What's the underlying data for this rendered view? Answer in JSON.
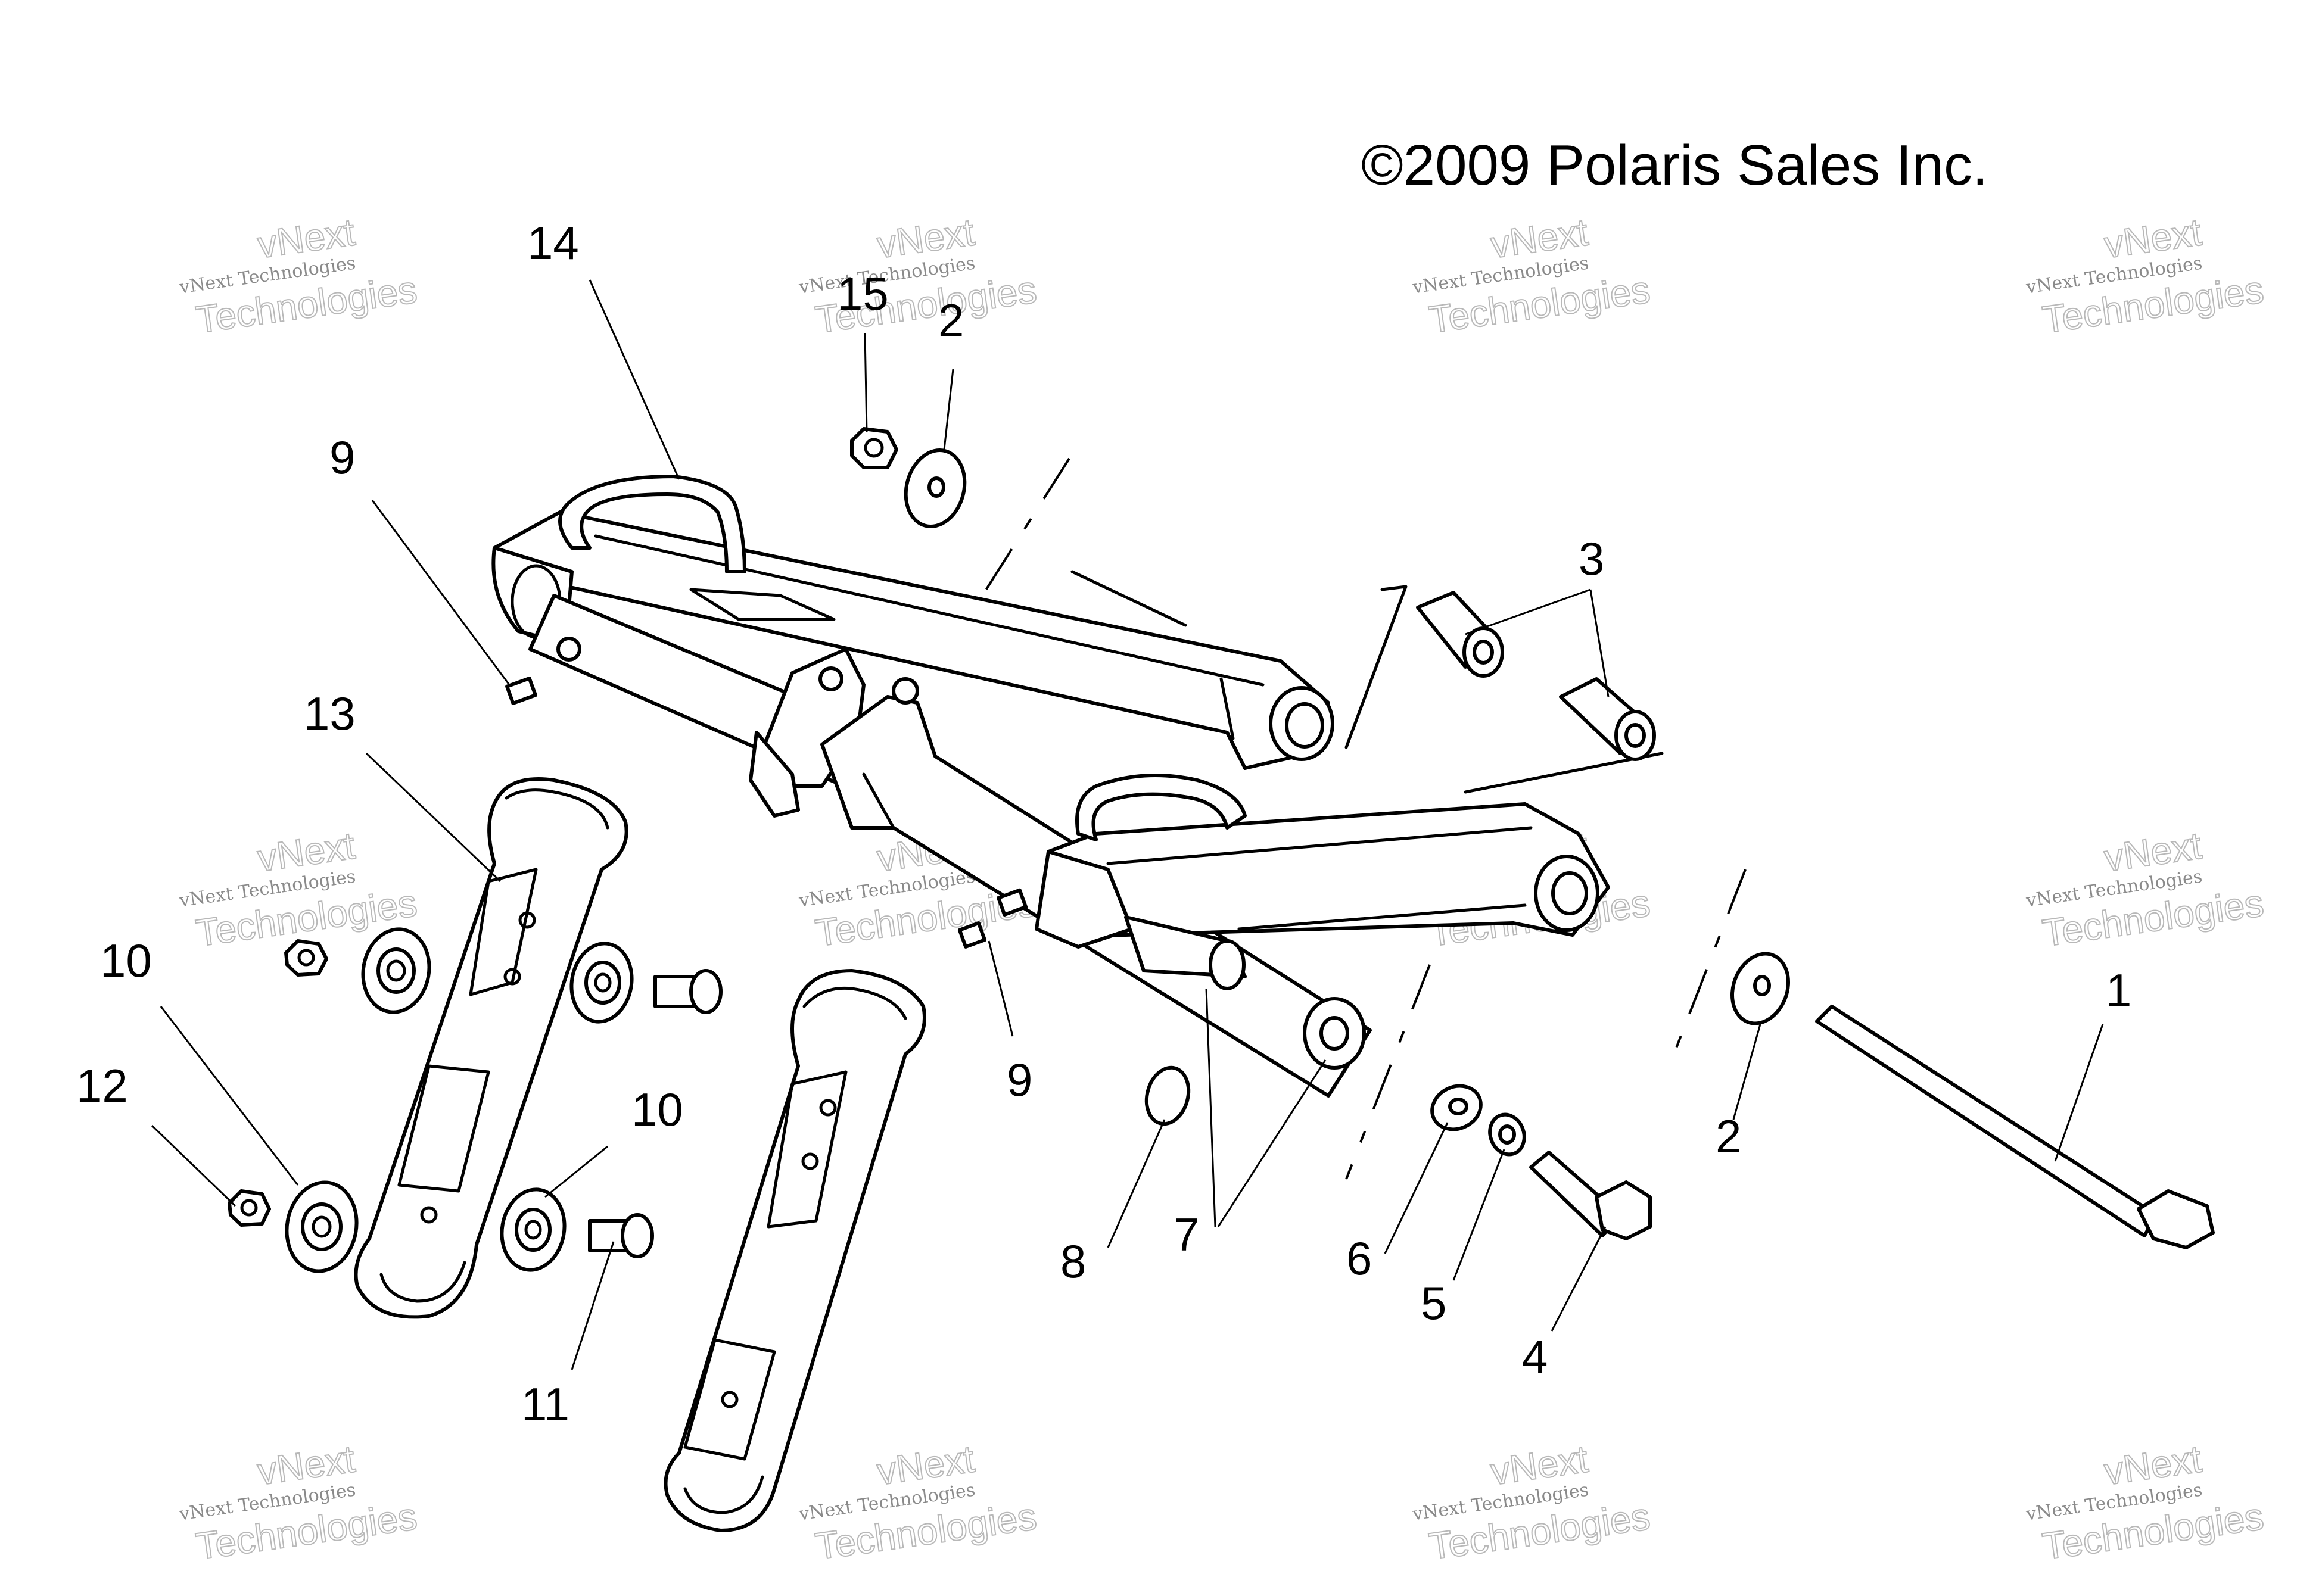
{
  "copyright": "©2009 Polaris Sales Inc.",
  "watermark": {
    "line_small": "vNext Technologies",
    "line_large_a": "vNext",
    "line_large_b": "Technologies"
  },
  "callouts": [
    "1",
    "2",
    "2",
    "3",
    "4",
    "5",
    "6",
    "7",
    "8",
    "9",
    "9",
    "10",
    "10",
    "11",
    "12",
    "13",
    "14",
    "15"
  ]
}
